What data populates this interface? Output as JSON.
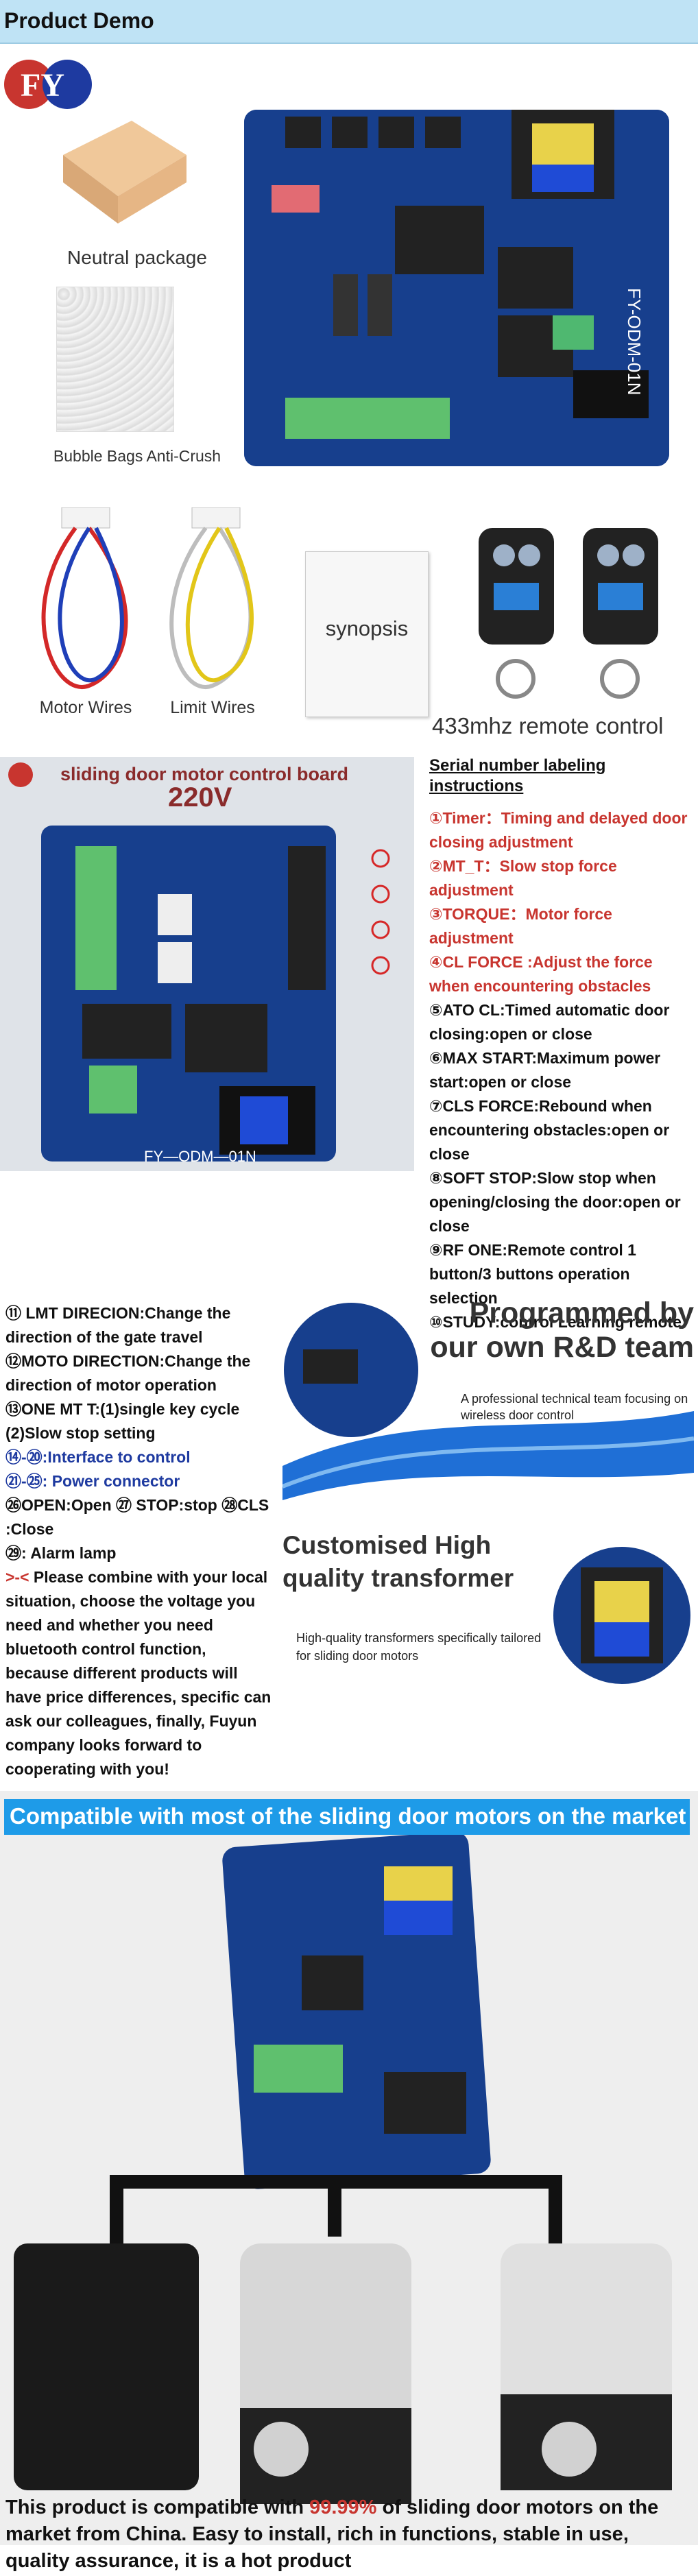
{
  "header": {
    "title": "Product Demo"
  },
  "packages": {
    "neutral": "Neutral package",
    "bubble": "Bubble Bags Anti-Crush",
    "motor_wires": "Motor Wires",
    "limit_wires": "Limit Wires",
    "synopsis": "synopsis",
    "remote": "433mhz remote control"
  },
  "board_image": {
    "title": "sliding door motor control board",
    "voltage": "220V",
    "model": "FY—ODM—01N"
  },
  "serial": {
    "heading": "Serial number labeling instructions",
    "items": [
      "①Timer：Timing and delayed door closing adjustment",
      "②MT_T：Slow stop force adjustment",
      "③TORQUE：Motor force adjustment",
      "④CL FORCE :Adjust the force when encountering obstacles",
      "⑤ATO CL:Timed automatic door closing:open or close",
      "⑥MAX START:Maximum power start:open or close",
      "⑦CLS FORCE:Rebound when encountering obstacles:open or close",
      "⑧SOFT STOP:Slow stop when opening/closing the door:open or close",
      "⑨RF ONE:Remote control 1 button/3 buttons operation selection",
      "⑩STUDY:control Learning remote"
    ]
  },
  "left_notes": {
    "items": [
      "⑪ LMT DIRECION:Change the direction of the gate travel",
      "⑫MOTO DIRECTION:Change the direction of motor operation",
      "⑬ONE MT T:(1)single key cycle (2)Slow stop setting",
      "⑭-⑳:Interface to control",
      "㉑-㉕:  Power connector",
      "㉖OPEN:Open ㉗ STOP:stop ㉘CLS :Close",
      "㉙:  Alarm lamp"
    ],
    "note_marker": ">-<",
    "note": "Please combine with your local situation, choose the voltage you need and whether you need bluetooth control function, because different products will have price differences, specific can ask our colleagues, finally, Fuyun company looks forward to cooperating with you!"
  },
  "rd": {
    "title": "Programmed by our own R&D team",
    "subtitle": "A professional technical team focusing on wireless door control"
  },
  "transformer": {
    "title": "Customised High quality transformer",
    "subtitle": "High-quality transformers specifically tailored for sliding door motors"
  },
  "compatible": {
    "banner": "Compatible with most of the sliding door motors on the market",
    "text_pre": "This product is compatible with ",
    "percent": "99.99%",
    "text_post": " of sliding door motors on the market from China. Easy to install, rich in functions, stable in use, quality assurance, it is a hot product"
  },
  "logo_text": "FY",
  "colors": {
    "accent_red": "#c8352f",
    "header_bg": "#bfe3f5",
    "banner_blue": "#1e9be8",
    "board_blue": "#173f8d"
  }
}
